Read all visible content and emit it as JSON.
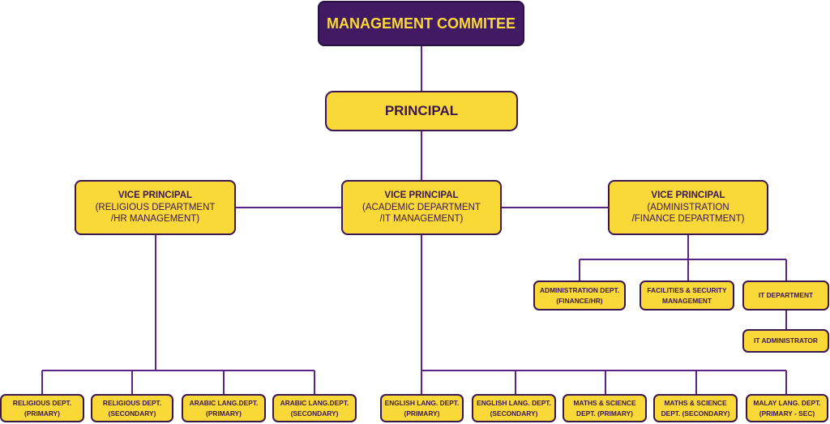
{
  "colors": {
    "node_fill": "#f9d937",
    "node_border": "#3b1653",
    "top_fill": "#411a63",
    "top_text": "#f9d937",
    "line": "#5a2385"
  },
  "chart": {
    "top": "MANAGEMENT COMMITEE",
    "principal": "PRINCIPAL",
    "vice_principals": [
      {
        "title": "VICE PRINCIPAL",
        "line1": "(RELIGIOUS DEPARTMENT",
        "line2": "/HR MANAGEMENT)"
      },
      {
        "title": "VICE PRINCIPAL",
        "line1": "(ACADEMIC DEPARTMENT",
        "line2": "/IT MANAGEMENT)"
      },
      {
        "title": "VICE PRINCIPAL",
        "line1": "(ADMINISTRATION",
        "line2": "/FINANCE DEPARTMENT)"
      }
    ],
    "admin_units": [
      {
        "line1": "ADMINISTRATION DEPT.",
        "line2": "(FINANCE/HR)"
      },
      {
        "line1": "FACILITIES & SECURITY",
        "line2": "MANAGEMENT"
      },
      {
        "line1": "IT DEPARTMENT",
        "line2": ""
      }
    ],
    "it_admin": "IT ADMINISTRATOR",
    "religious_units": [
      {
        "line1": "RELIGIOUS DEPT.",
        "line2": "(PRIMARY)"
      },
      {
        "line1": "RELIGIOUS DEPT.",
        "line2": "(SECONDARY)"
      },
      {
        "line1": "ARABIC LANG.DEPT.",
        "line2": "(PRIMARY)"
      },
      {
        "line1": "ARABIC LANG.DEPT.",
        "line2": "(SECONDARY)"
      }
    ],
    "academic_units": [
      {
        "line1": "ENGLISH LANG. DEPT.",
        "line2": "(PRIMARY)"
      },
      {
        "line1": "ENGLISH LANG. DEPT.",
        "line2": "(SECONDARY)"
      },
      {
        "line1": "MATHS & SCIENCE",
        "line2": "DEPT. (PRIMARY)"
      },
      {
        "line1": "MATHS & SCIENCE",
        "line2": "DEPT. (SECONDARY)"
      },
      {
        "line1": "MALAY LANG. DEPT.",
        "line2": "(PRIMARY - SEC)"
      }
    ]
  }
}
